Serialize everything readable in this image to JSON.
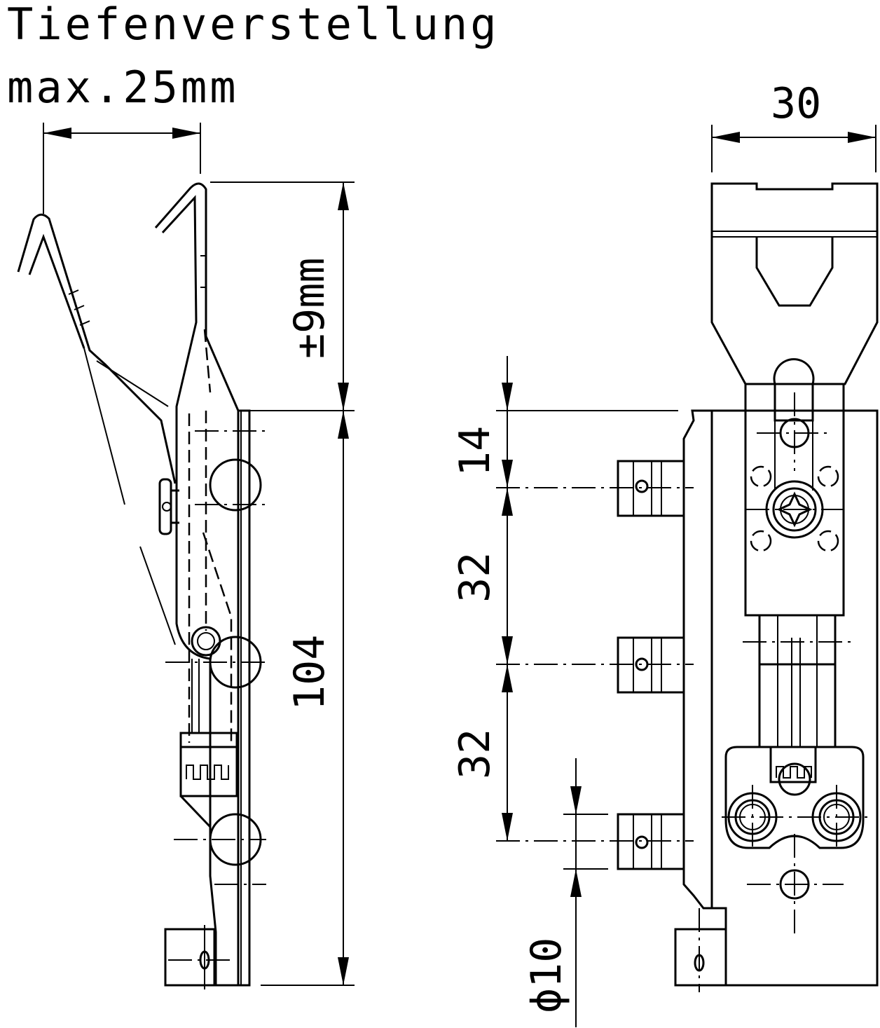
{
  "title": {
    "line1": "Tiefenverstellung",
    "line2": "max.25mm"
  },
  "dimensions": {
    "width": "30",
    "adjust": "±9mm",
    "length": "104",
    "top_gap": "14",
    "pitch_1": "32",
    "pitch_2": "32",
    "hole": "ϕ10"
  },
  "colors": {
    "line": "#000000",
    "background": "#ffffff"
  }
}
